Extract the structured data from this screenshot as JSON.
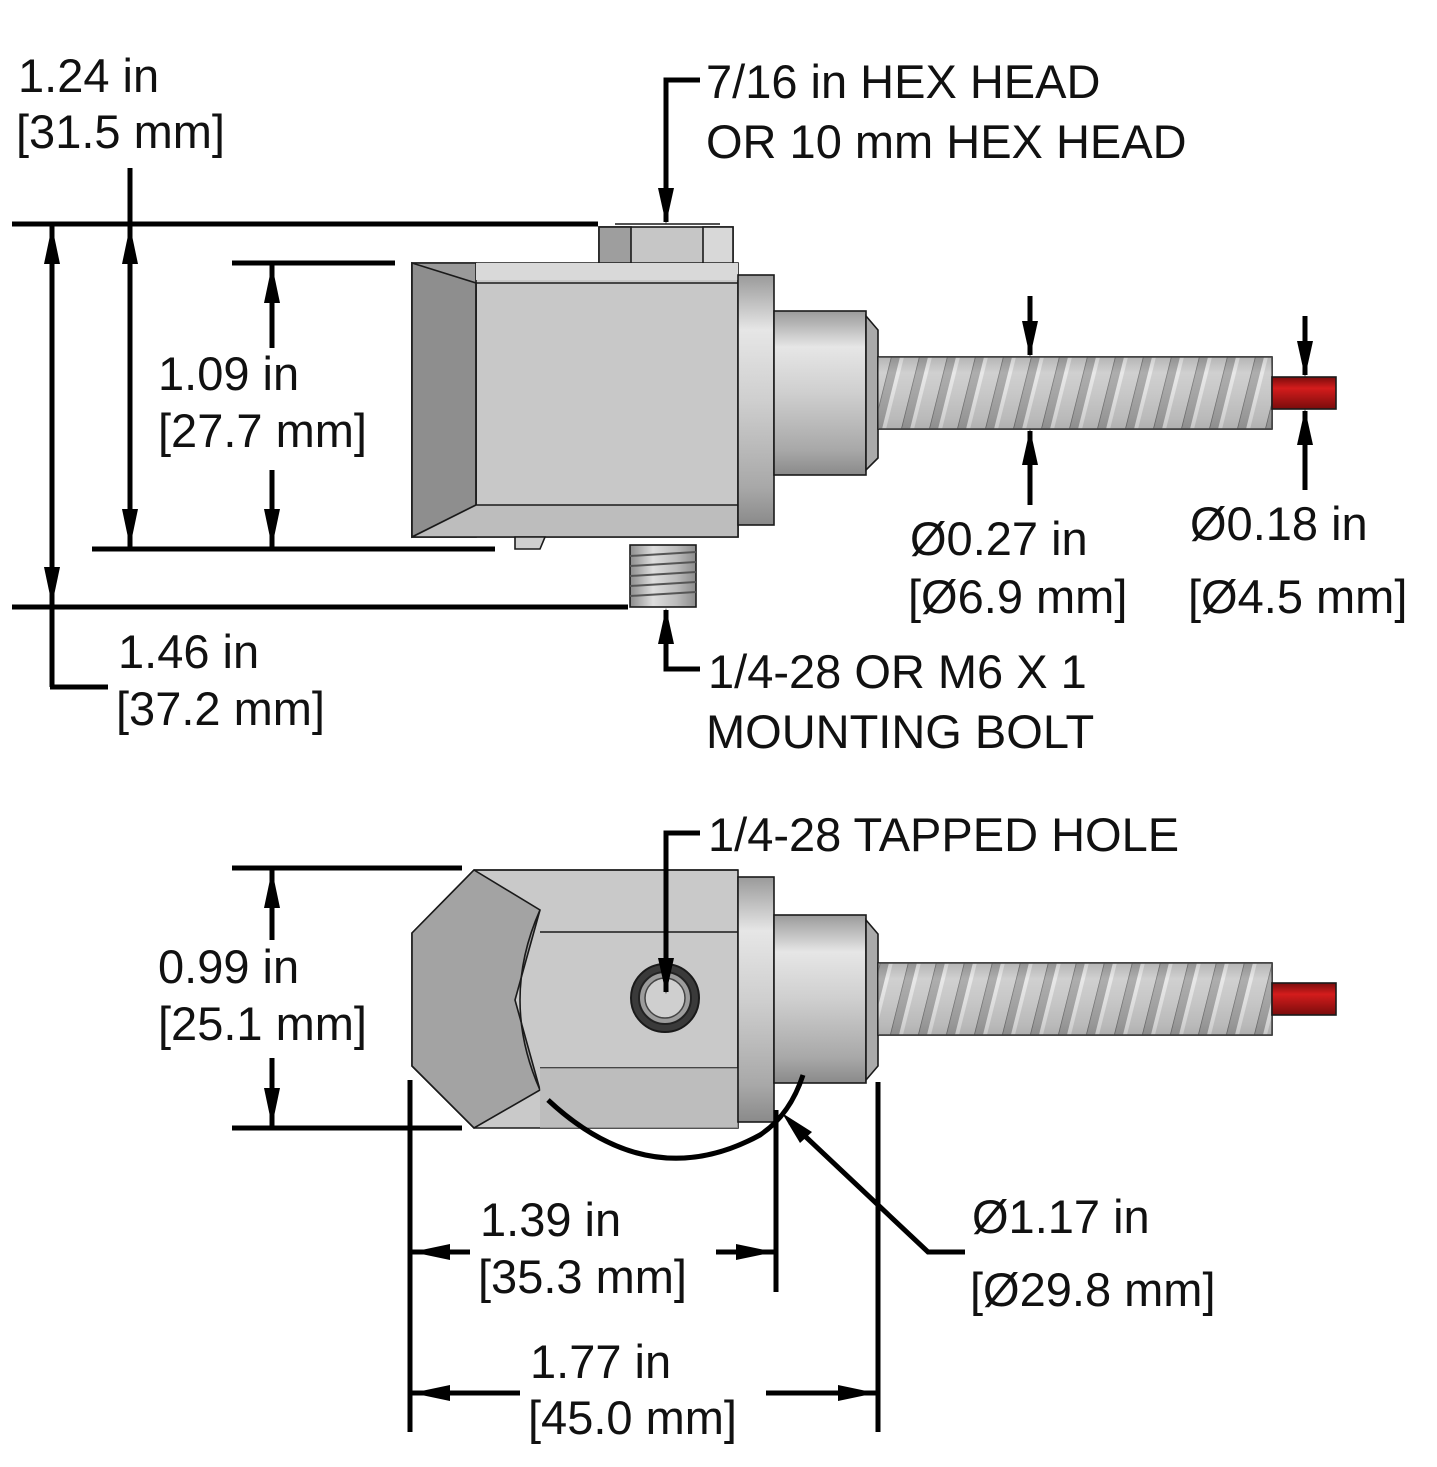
{
  "labels": {
    "overall_height": {
      "imperial": "1.24 in",
      "metric": "[31.5 mm]"
    },
    "body_height": {
      "imperial": "1.09 in",
      "metric": "[27.7 mm]"
    },
    "height_with_bolt": {
      "imperial": "1.46 in",
      "metric": "[37.2 mm]"
    },
    "hex_head": {
      "line1": "7/16 in HEX HEAD",
      "line2": "OR 10 mm HEX HEAD"
    },
    "mounting_bolt": {
      "line1": "1/4-28 OR M6 X 1",
      "line2": "MOUNTING BOLT"
    },
    "cable_armor_diameter": {
      "imperial": "Ø0.27 in",
      "metric": "[Ø6.9 mm]"
    },
    "cable_diameter": {
      "imperial": "Ø0.18 in",
      "metric": "[Ø4.5 mm]"
    },
    "tapped_hole": "1/4-28 TAPPED HOLE",
    "bottom_height": {
      "imperial": "0.99 in",
      "metric": "[25.1 mm]"
    },
    "body_length": {
      "imperial": "1.39 in",
      "metric": "[35.3 mm]"
    },
    "overall_length": {
      "imperial": "1.77 in",
      "metric": "[45.0 mm]"
    },
    "body_diameter": {
      "imperial": "Ø1.17 in",
      "metric": "[Ø29.8 mm]"
    }
  },
  "colors": {
    "body_light": "#d2d2d2",
    "body_mid": "#bdbdbd",
    "body_dark": "#8e8e8e",
    "cable_red": "#b31414"
  }
}
